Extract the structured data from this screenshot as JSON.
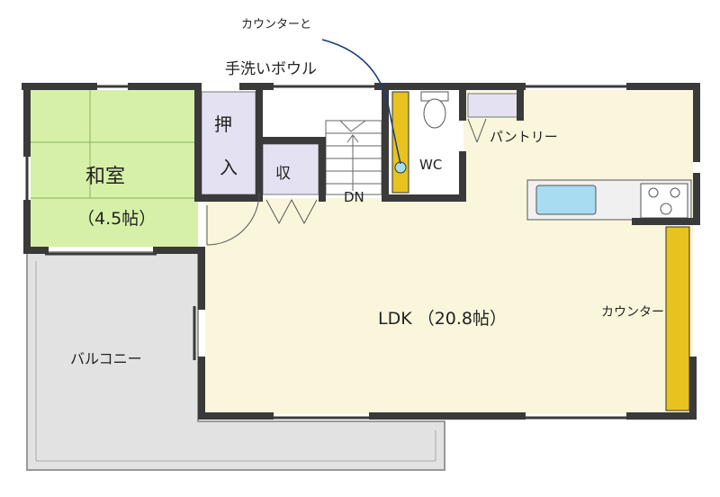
{
  "rooms": {
    "washitsu": "和室",
    "washitsu_size": "（4.5帖）",
    "oshiire_1": "押",
    "oshiire_2": "入",
    "storage": "収",
    "stair_down": "DN",
    "wc": "WC",
    "pantry": "パントリー",
    "ldk": "LDK （20.8帖）",
    "counter": "カウンター",
    "balcony": "バルコニー"
  },
  "annotation": {
    "line1": "カウンターと",
    "line2": "手洗いボウル"
  },
  "colors": {
    "wall": "#3a3a3a",
    "ldk_floor": "#faf6dc",
    "washitsu_floor": "#d6f0a8",
    "closet_floor": "#e4e2f2",
    "balcony_floor": "#e2e2e2",
    "counter": "#e8c21e",
    "sink": "#a8dcf0",
    "annotation_line": "#1a3a7a"
  }
}
